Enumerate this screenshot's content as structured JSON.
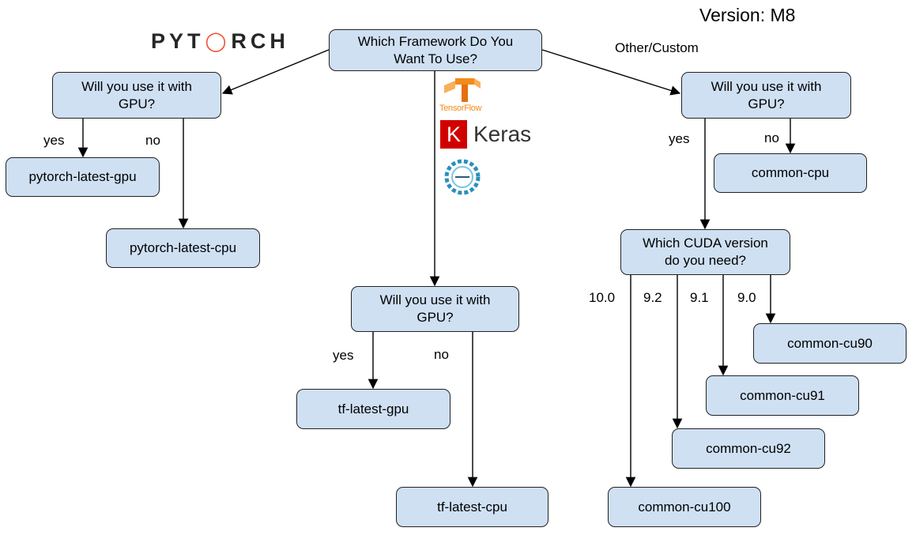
{
  "version": "Version: M8",
  "logos": {
    "pytorch": "PYTORCH",
    "tensorflow": "TensorFlow",
    "keras_mark": "K",
    "keras": "Keras"
  },
  "nodes": {
    "root": "Which Framework Do You\nWant To Use?",
    "pt_gpu_q": "Will you use it with\nGPU?",
    "pt_gpu": "pytorch-latest-gpu",
    "pt_cpu": "pytorch-latest-cpu",
    "tf_gpu_q": "Will you use it with\nGPU?",
    "tf_gpu": "tf-latest-gpu",
    "tf_cpu": "tf-latest-cpu",
    "other_gpu_q": "Will you use it with\nGPU?",
    "common_cpu": "common-cpu",
    "cuda_q": "Which CUDA version\ndo you need?",
    "cu90": "common-cu90",
    "cu91": "common-cu91",
    "cu92": "common-cu92",
    "cu100": "common-cu100"
  },
  "labels": {
    "other_custom": "Other/Custom",
    "pt_yes": "yes",
    "pt_no": "no",
    "tf_yes": "yes",
    "tf_no": "no",
    "other_yes": "yes",
    "other_no": "no",
    "v100": "10.0",
    "v92": "9.2",
    "v91": "9.1",
    "v90": "9.0"
  },
  "colors": {
    "node_fill": "#cfe0f3",
    "pytorch_accent": "#ee4c2c",
    "tensorflow": "#f28b1a",
    "keras": "#d00000",
    "horovod": "#2a8fbd"
  }
}
